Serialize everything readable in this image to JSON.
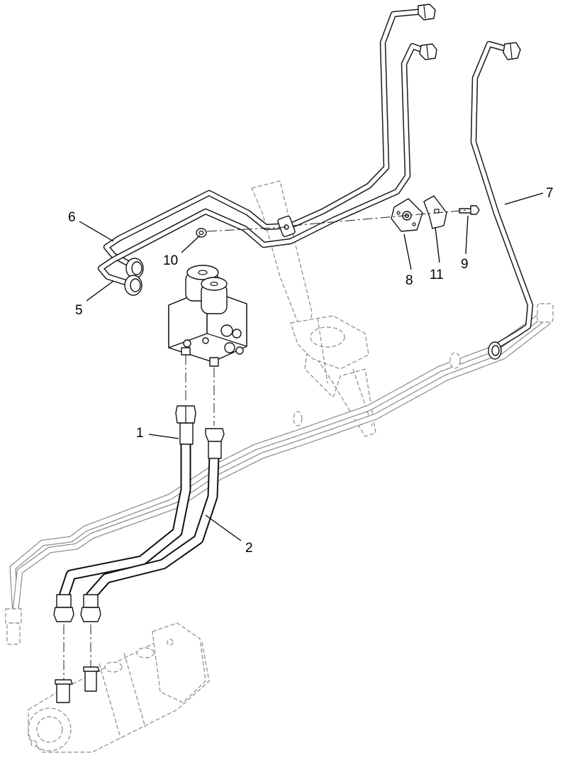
{
  "callouts": {
    "c1": "1",
    "c2": "2",
    "c5": "5",
    "c6": "6",
    "c7": "7",
    "c8": "8",
    "c9": "9",
    "c10": "10",
    "c11": "11"
  },
  "colors": {
    "line": "#111111",
    "ghost": "#8a8a8a",
    "background": "#ffffff"
  }
}
